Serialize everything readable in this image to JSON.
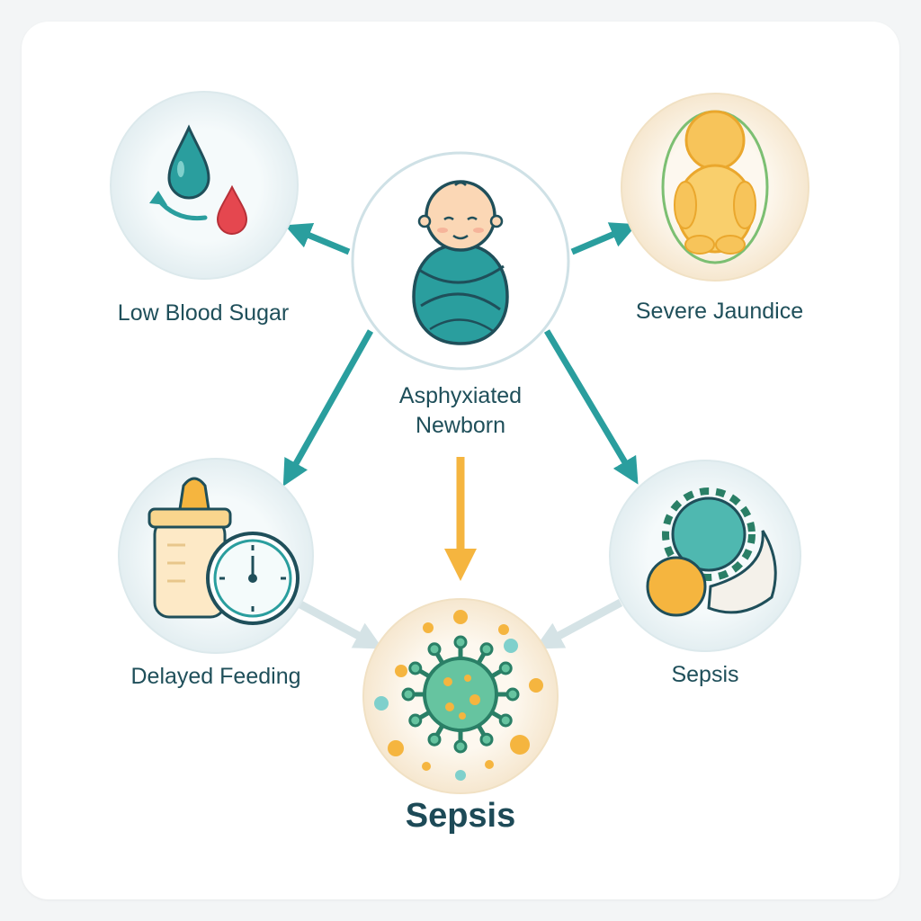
{
  "diagram": {
    "center": {
      "title_line1": "Asphyxiated",
      "title_line2": "Newborn",
      "icon": "swaddled-baby-icon"
    },
    "nodes": [
      {
        "id": "low-blood-sugar",
        "label": "Low Blood Sugar",
        "icon": "blood-drop-icon"
      },
      {
        "id": "severe-jaundice",
        "label": "Severe Jaundice",
        "icon": "jaundiced-baby-icon"
      },
      {
        "id": "delayed-feeding",
        "label": "Delayed Feeding",
        "icon": "bottle-clock-icon"
      },
      {
        "id": "sepsis-right",
        "label": "Sepsis",
        "icon": "bacteria-icon"
      },
      {
        "id": "sepsis-bottom",
        "label": "Sepsis",
        "icon": "virus-icon"
      }
    ],
    "colors": {
      "teal": "#2a9e9e",
      "dark_teal": "#1f4f5a",
      "yellow": "#f5b53f",
      "red": "#e5474f",
      "light_gray_arrow": "#d5e3e6"
    }
  }
}
